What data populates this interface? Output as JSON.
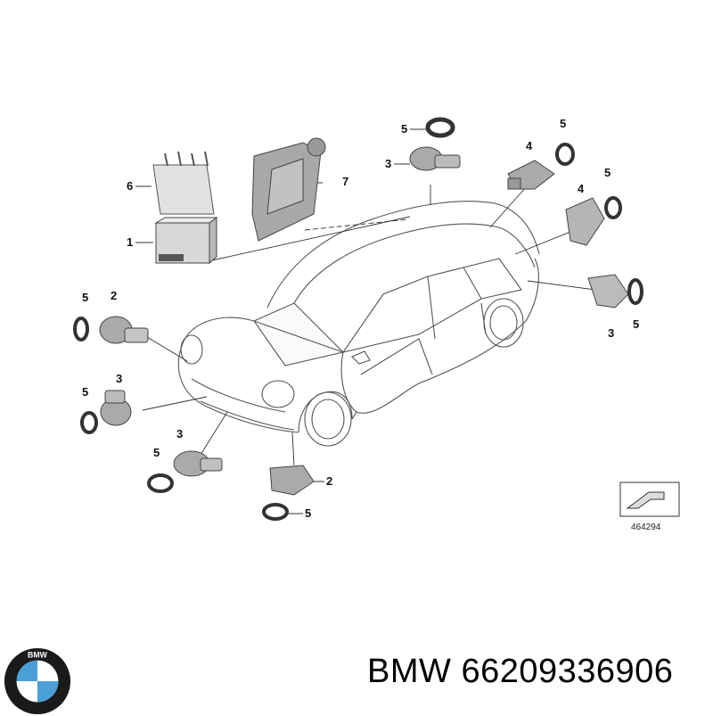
{
  "diagram": {
    "reference_number": "464294",
    "callouts": {
      "c1": "1",
      "c2a": "2",
      "c2b": "2",
      "c3a": "3",
      "c3b": "3",
      "c3c": "3",
      "c3d": "3",
      "c4a": "4",
      "c4b": "4",
      "c5a": "5",
      "c5b": "5",
      "c5c": "5",
      "c5d": "5",
      "c5e": "5",
      "c5f": "5",
      "c5g": "5",
      "c5h": "5",
      "c6": "6",
      "c7": "7"
    }
  },
  "footer": {
    "brand": "BMW",
    "part_number": "66209336906",
    "logo_letters": "BMW",
    "logo_colors": {
      "blue": "#4a9fd8",
      "ring": "#1a1a1a",
      "white": "#ffffff"
    }
  }
}
